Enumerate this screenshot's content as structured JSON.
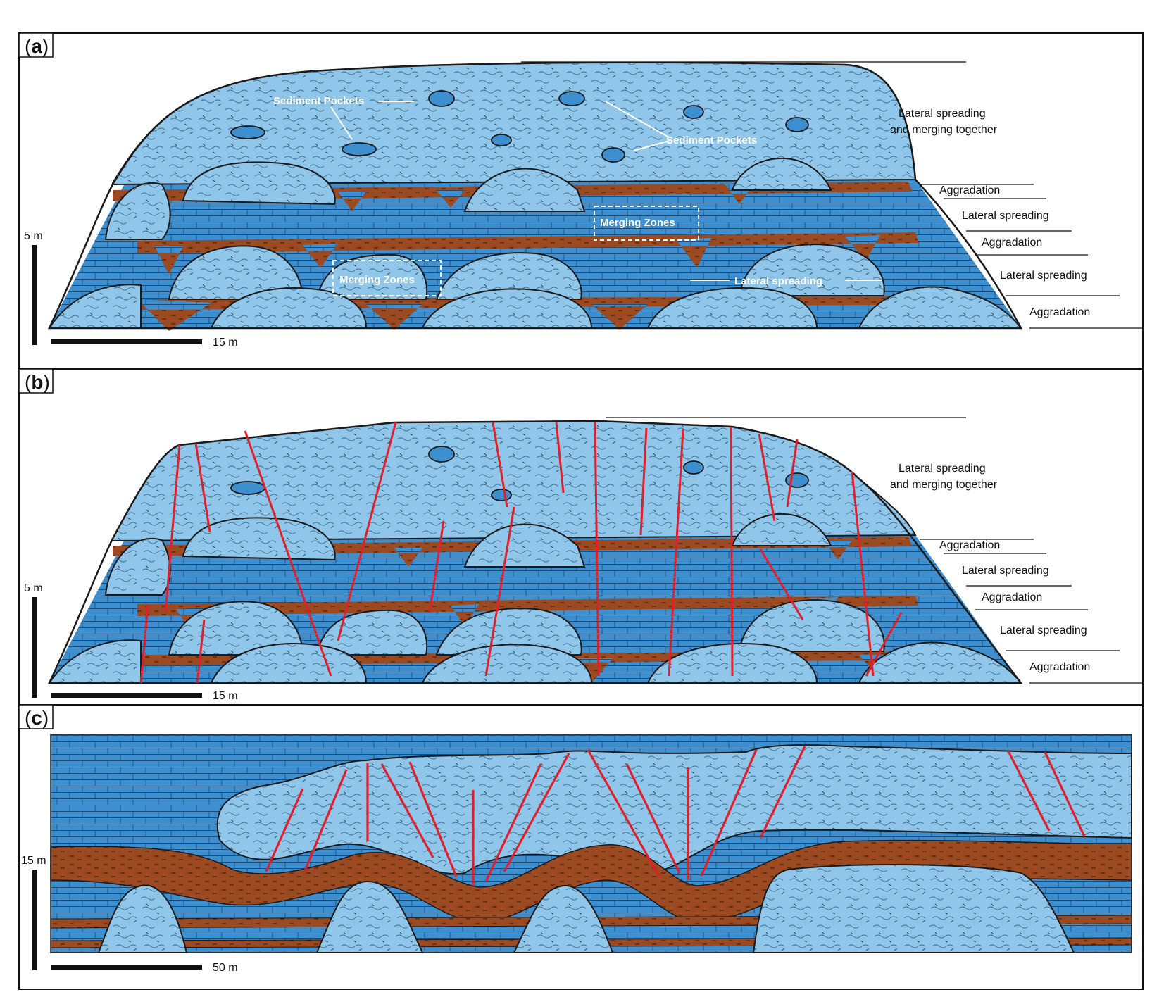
{
  "colors": {
    "reef": "#8fc6ea",
    "reef_outline": "#1a1a1a",
    "limestone": "#3d8fd0",
    "mudstone": "#9b4a22",
    "fracture": "#e0202a",
    "frame": "#111111",
    "annotation": "#ffffff"
  },
  "panels": {
    "a": {
      "label": "a",
      "stages": {
        "lateral_merging": "Lateral spreading\nand merging together",
        "aggradation_3": "Aggradation",
        "lateral_2": "Lateral spreading",
        "aggradation_2": "Aggradation",
        "lateral_1": "Lateral spreading",
        "aggradation_1": "Aggradation"
      },
      "annotations": {
        "sediment_pockets_1": "Sediment Pockets",
        "sediment_pockets_2": "Sediment Pockets",
        "merging_zones_1": "Merging Zones",
        "merging_zones_2": "Merging Zones",
        "lateral_spreading": "Lateral spreading"
      },
      "scale": {
        "vertical": "5 m",
        "horizontal": "15 m"
      }
    },
    "b": {
      "label": "b",
      "stages": {
        "lateral_merging": "Lateral spreading\nand merging together",
        "aggradation_3": "Aggradation",
        "lateral_2": "Lateral spreading",
        "aggradation_2": "Aggradation",
        "lateral_1": "Lateral spreading",
        "aggradation_1": "Aggradation"
      },
      "scale": {
        "vertical": "5 m",
        "horizontal": "15 m"
      }
    },
    "c": {
      "label": "c",
      "scale": {
        "vertical": "15 m",
        "horizontal": "50 m"
      }
    }
  }
}
